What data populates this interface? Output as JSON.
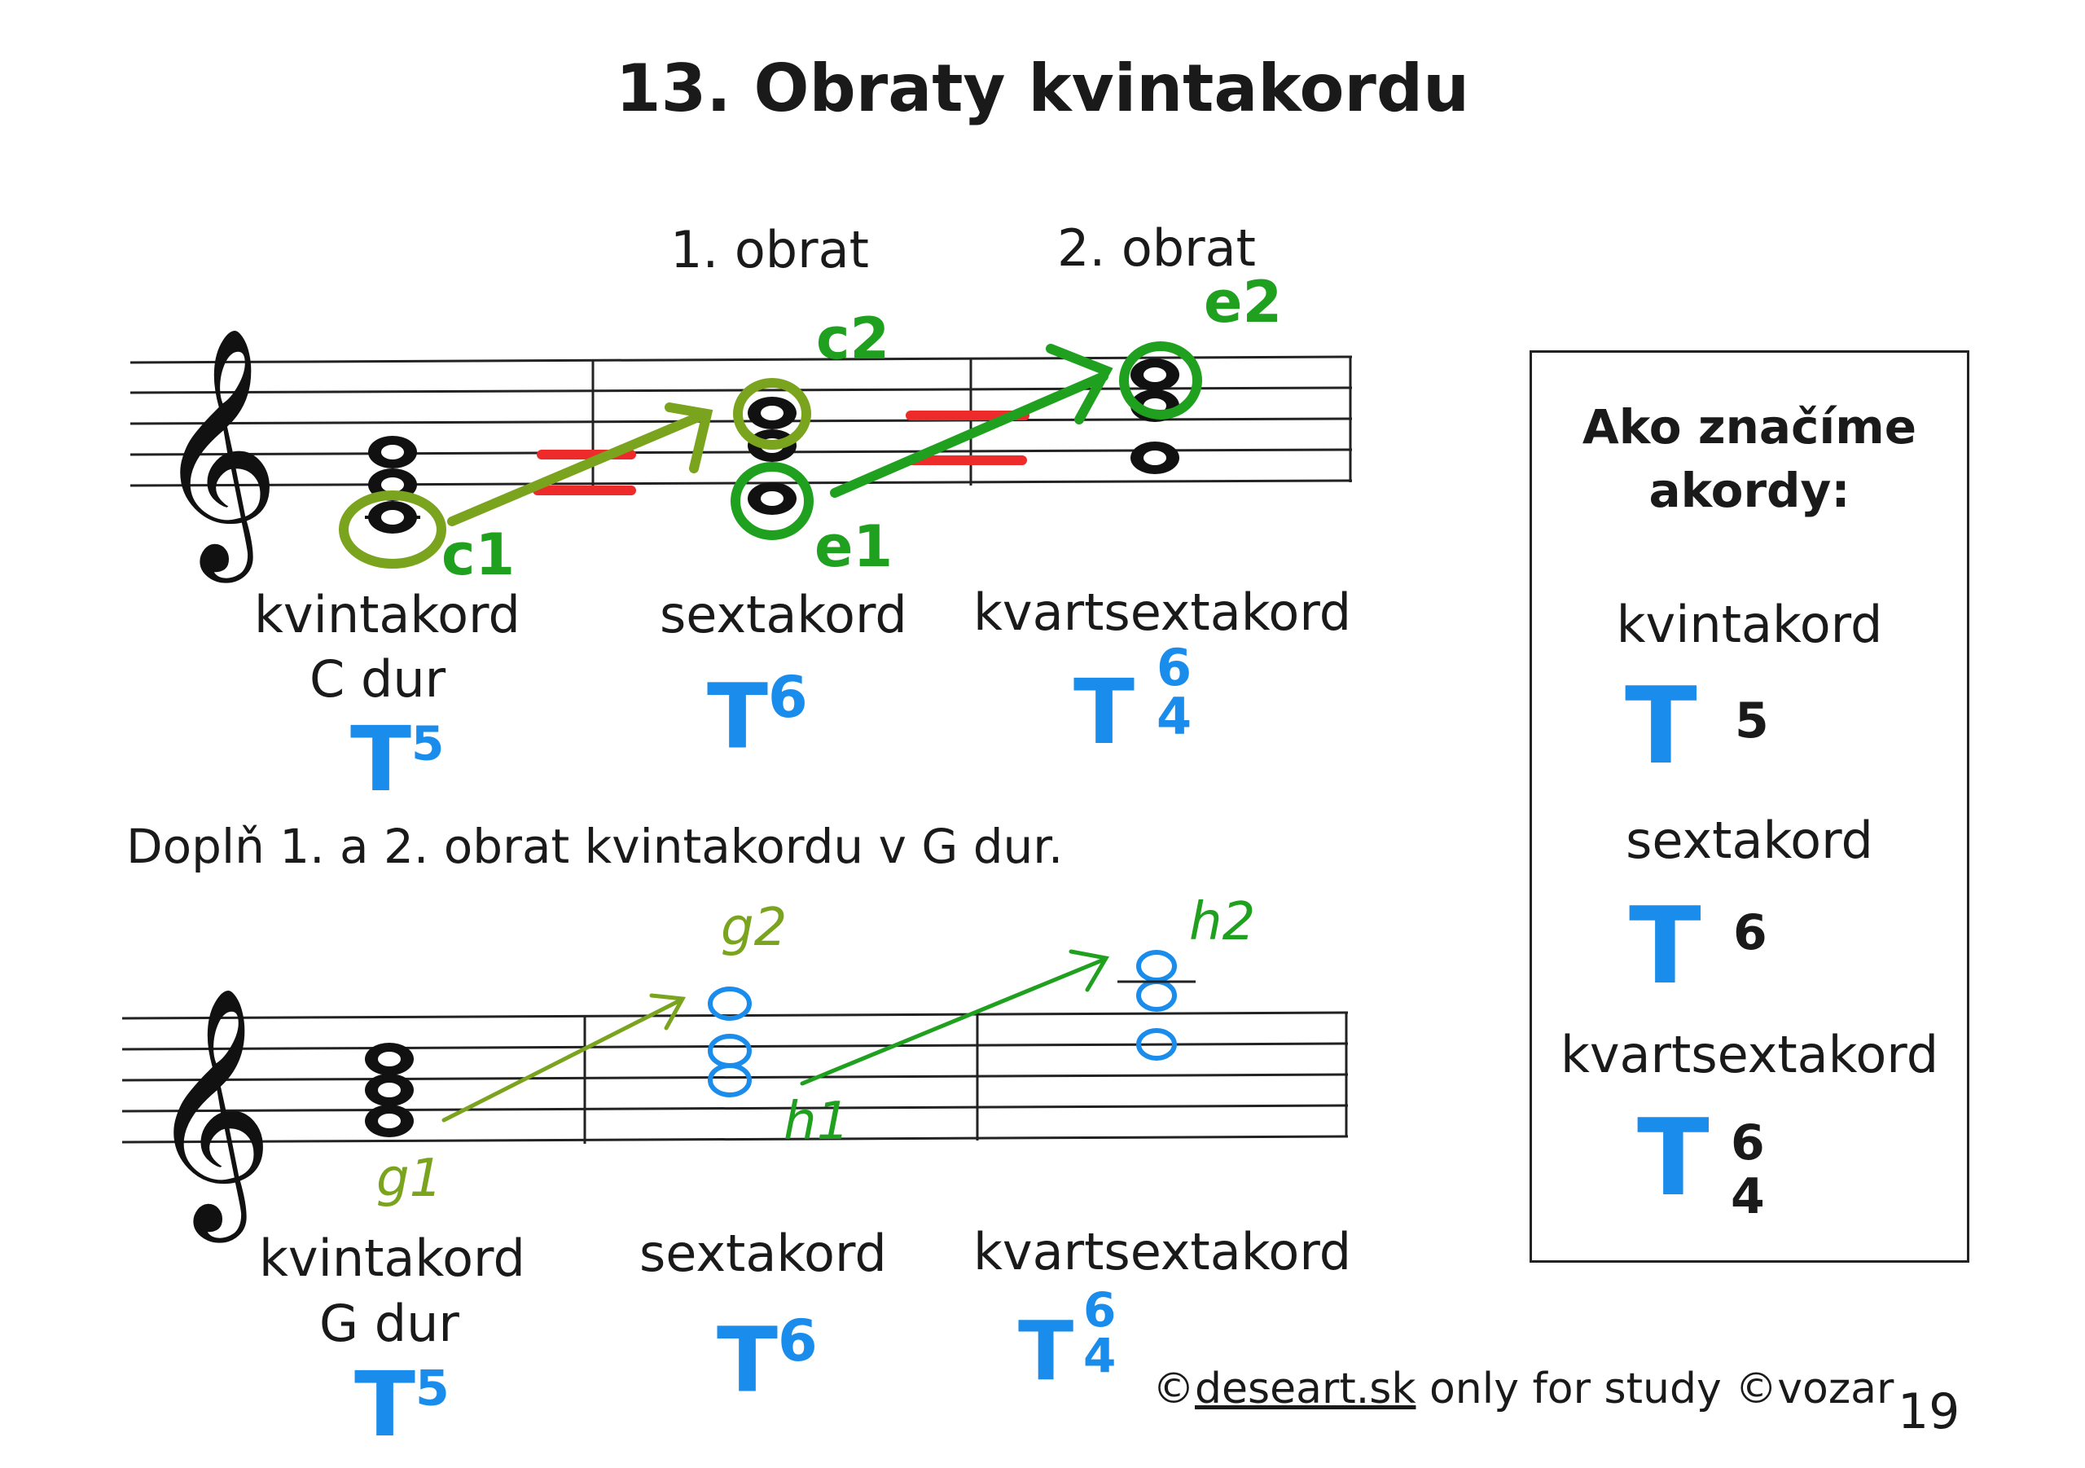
{
  "title": "13. Obraty kvintakordu",
  "top_section": {
    "headers": [
      "1. obrat",
      "2. obrat"
    ],
    "labels": [
      "kvintakord",
      "C dur",
      "sextakord",
      "kvartsextakord"
    ],
    "note_names": [
      "c1",
      "c2",
      "e1",
      "e2"
    ],
    "symbols": {
      "T": "T",
      "five": "5",
      "six": "6",
      "four": "4"
    }
  },
  "instruction": "Doplň 1. a 2. obrat kvintakordu v G dur.",
  "bottom_section": {
    "labels": [
      "kvintakord",
      "G dur",
      "sextakord",
      "kvartsextakord"
    ],
    "note_names": [
      "g1",
      "g2",
      "h1",
      "h2"
    ]
  },
  "legend": {
    "title_line1": "Ako značíme",
    "title_line2": "akordy:",
    "items": [
      {
        "label": "kvintakord",
        "sup": "5",
        "sub": ""
      },
      {
        "label": "sextakord",
        "sup": "6",
        "sub": ""
      },
      {
        "label": "kvartsextakord",
        "sup": "6",
        "sub": "4"
      }
    ],
    "symbol": "T"
  },
  "footer": {
    "prefix": "©",
    "link": "deseart.sk",
    "suffix": " only for study ©vozar"
  },
  "page_number": "19",
  "colors": {
    "ink": "#1a1a1a",
    "blue": "#1a8cec",
    "green": "#1fa01f",
    "olive": "#7aa31e",
    "red": "#ee2b2b"
  },
  "icons": [
    "treble-clef-icon"
  ]
}
